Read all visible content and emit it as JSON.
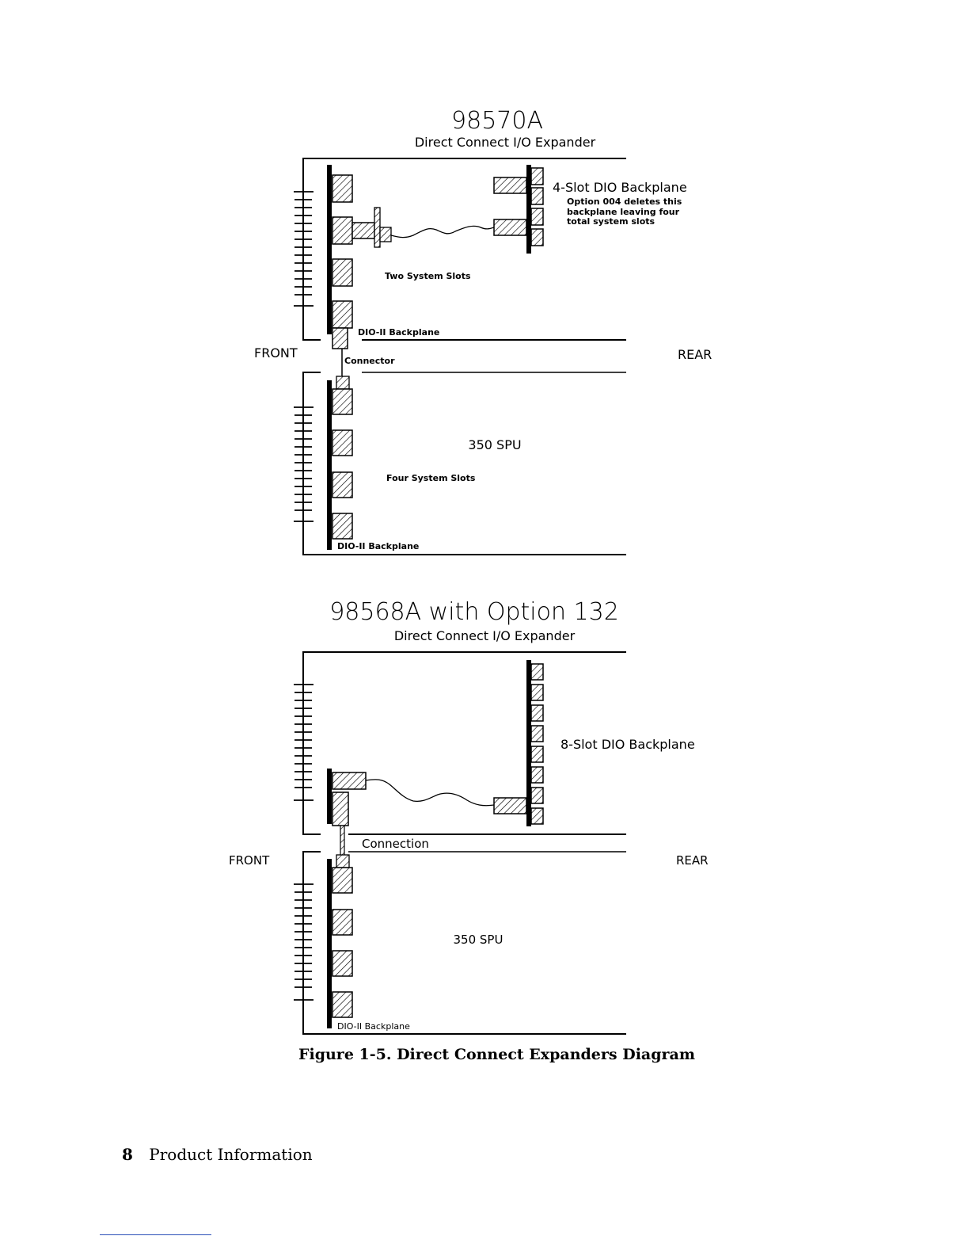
{
  "top_diagram": {
    "title": "98570A",
    "subtitle": "Direct Connect I/O Expander",
    "backplane_label": "4-Slot DIO Backplane",
    "option_note": [
      "Option 004 deletes this",
      "backplane leaving four",
      "total system slots"
    ],
    "two_slots_label": "Two System Slots",
    "dio_upper_label": "DIO-II Backplane",
    "connector_label": "Connector",
    "front_label": "FRONT",
    "rear_label": "REAR",
    "spu_label": "350 SPU",
    "four_slots_label": "Four System Slots",
    "dio_lower_label": "DIO-II Backplane"
  },
  "bottom_diagram": {
    "title": "98568A with Option 132",
    "subtitle": "Direct Connect I/O Expander",
    "backplane_label": "8-Slot DIO Backplane",
    "connection_label": "Connection",
    "front_label": "FRONT",
    "rear_label": "REAR",
    "spu_label": "350 SPU",
    "dio_lower_label": "DIO-II Backplane"
  },
  "caption": "Figure 1-5. Direct Connect Expanders Diagram",
  "footer": {
    "page_number": "8",
    "section": "Product Information"
  }
}
